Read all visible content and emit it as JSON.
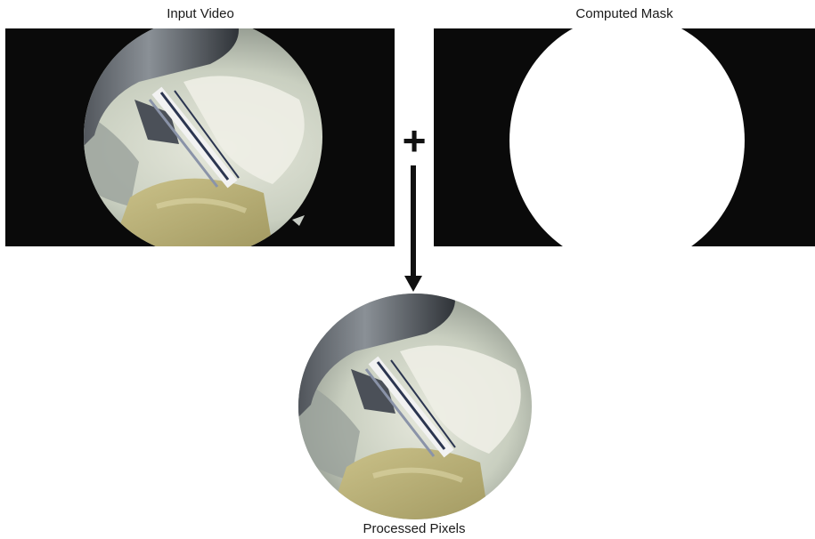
{
  "labels": {
    "input": "Input Video",
    "mask": "Computed Mask",
    "output": "Processed Pixels"
  },
  "operators": {
    "combine": "+"
  },
  "colors": {
    "background": "#ffffff",
    "frame_black": "#0a0a0a",
    "mask_white": "#ffffff",
    "arrow": "#111111"
  }
}
